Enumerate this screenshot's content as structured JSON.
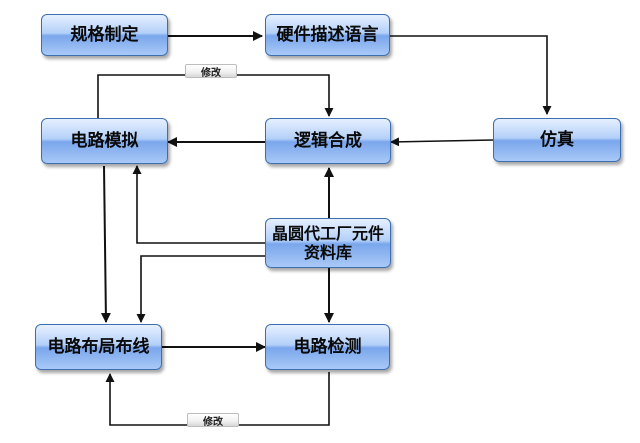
{
  "nodes": {
    "spec": "规格制定",
    "hdl": "硬件描述语言",
    "sim": "仿真",
    "synth": "逻辑合成",
    "circuit_sim": "电路模拟",
    "library_line1": "晶圆代工厂元件",
    "library_line2": "资料库",
    "layout": "电路布局布线",
    "verify": "电路检测"
  },
  "tags": {
    "top": "修改",
    "bottom": "修改"
  }
}
